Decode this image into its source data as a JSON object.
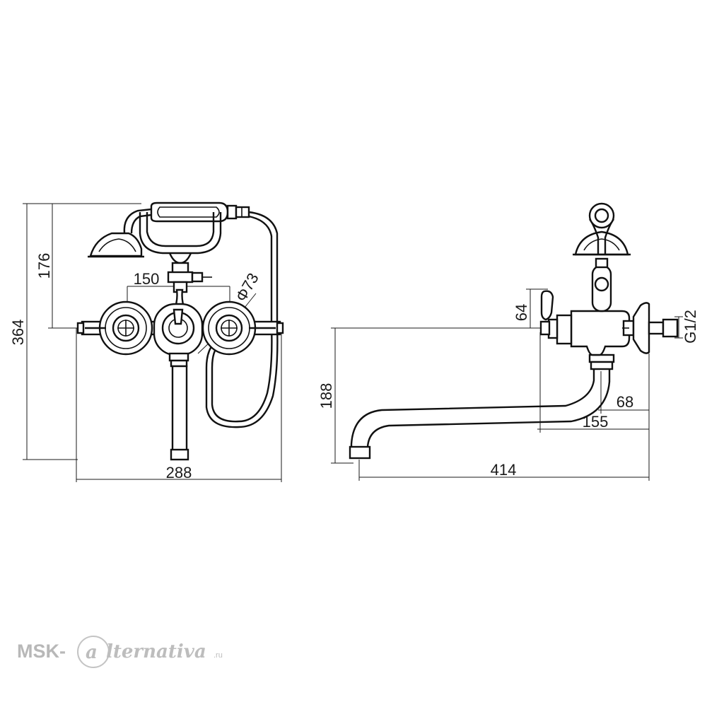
{
  "dimensions": {
    "front_total_height": "364",
    "front_upper_height": "176",
    "front_centers": "150",
    "front_rosette_diameter": "Φ73",
    "front_total_width": "288",
    "side_spout_height": "188",
    "side_lever_height": "64",
    "side_thread": "G1/2",
    "side_short_offset": "68",
    "side_mid_offset": "155",
    "side_spout_reach": "414"
  },
  "watermark": {
    "brand": "MSK-",
    "script": "lternativa",
    "tld": ".ru"
  },
  "colors": {
    "line": "#111111",
    "watermark": "#b8b8b8"
  }
}
